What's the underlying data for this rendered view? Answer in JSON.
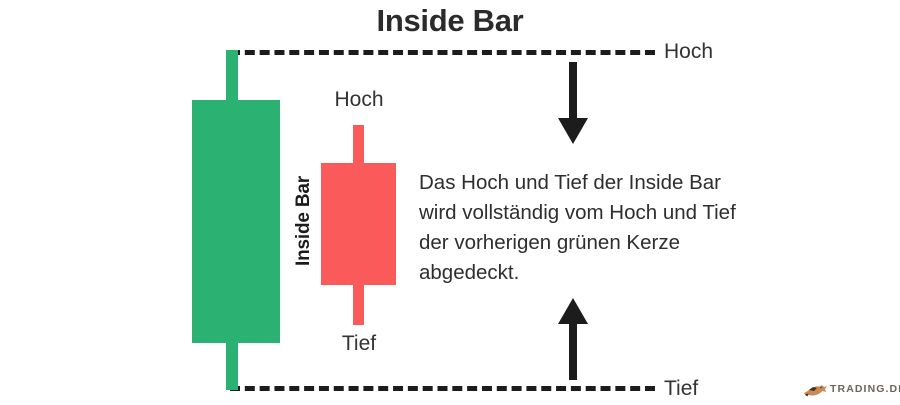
{
  "page": {
    "title": "Inside Bar",
    "background_color": "#ffffff"
  },
  "colors": {
    "green_candle": "#2bb273",
    "red_candle": "#fb5a5a",
    "dashed_line": "#1c1c1c",
    "text": "#2e2e2e",
    "title_text": "#2b2b2b",
    "watermark_text": "#6d6459",
    "watermark_mark": "#c98a56"
  },
  "levels": {
    "high_label": "Hoch",
    "low_label": "Tief"
  },
  "green_candle": {
    "name": "vorherige grüne Kerze"
  },
  "red_candle": {
    "caption": "Inside Bar",
    "high_label": "Hoch",
    "low_label": "Tief"
  },
  "arrows": {
    "down_icon": "arrow-down-icon",
    "up_icon": "arrow-up-icon"
  },
  "description": {
    "text": "Das Hoch und Tief der Inside Bar wird vollständig vom Hoch und Tief der vorherigen grünen Kerze abgedeckt."
  },
  "watermark": {
    "mark_icon": "bull-icon",
    "text": "TRADING.DE"
  }
}
